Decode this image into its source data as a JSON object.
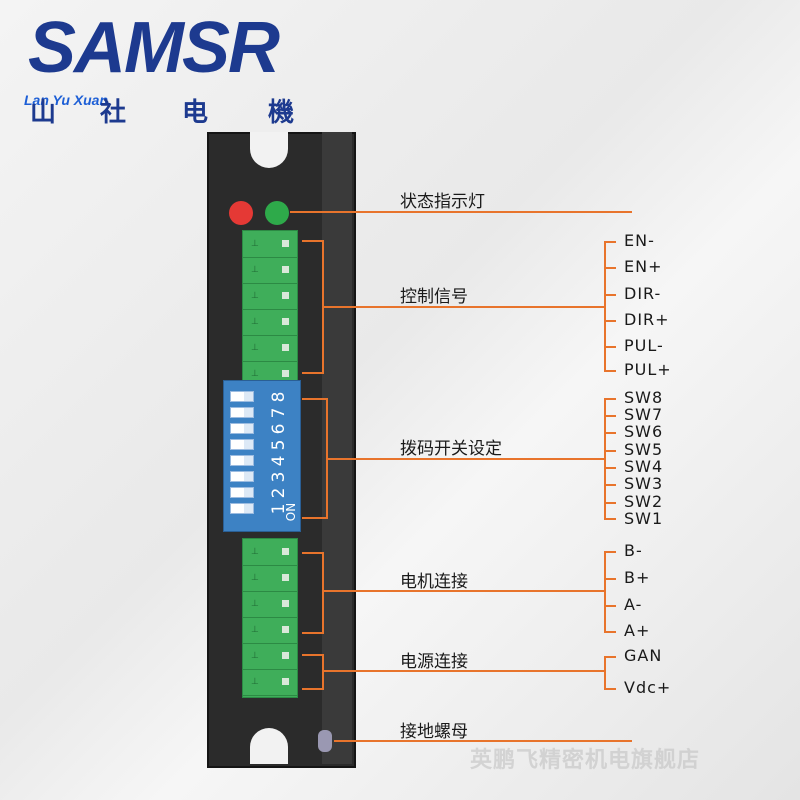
{
  "logo": {
    "brand": "SAMSR",
    "sub": "Lan Yu Xuan",
    "cn_chars": [
      "山",
      "社",
      "电",
      "機"
    ]
  },
  "diagram": {
    "groups": {
      "status": "状态指示灯",
      "control": "控制信号",
      "dip": "拨码开关设定",
      "motor": "电机连接",
      "power": "电源连接",
      "ground": "接地螺母"
    },
    "control_pins": [
      "EN-",
      "EN+",
      "DIR-",
      "DIR+",
      "PUL-",
      "PUL+"
    ],
    "dip_pins": [
      "SW8",
      "SW7",
      "SW6",
      "SW5",
      "SW4",
      "SW3",
      "SW2",
      "SW1"
    ],
    "motor_pins": [
      "B-",
      "B+",
      "A-",
      "A+"
    ],
    "power_pins": [
      "GAN",
      "Vdc+"
    ],
    "dip_numbers": [
      "8",
      "7",
      "6",
      "5",
      "4",
      "3",
      "2",
      "1"
    ],
    "dip_on_label": "ON",
    "led_colors": {
      "red": "#e53935",
      "green": "#2eaa4a"
    },
    "line_color": "#e8742c"
  },
  "watermark": "英鹏飞精密机电旗舰店"
}
